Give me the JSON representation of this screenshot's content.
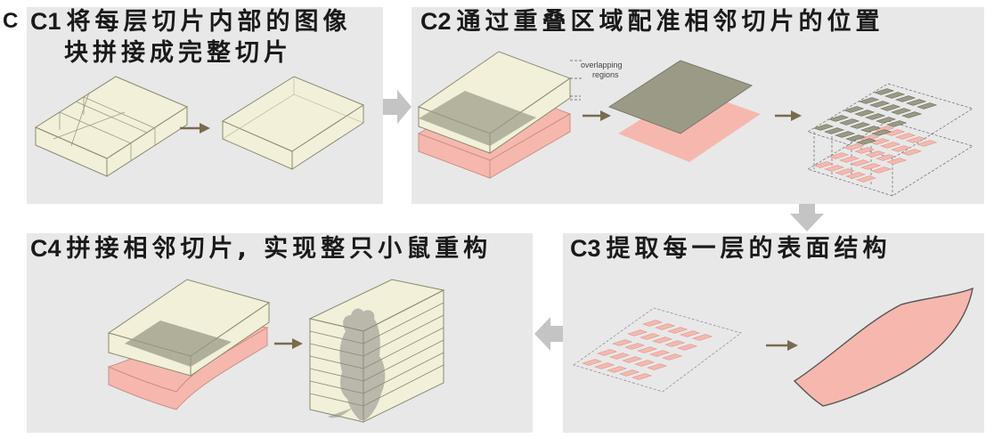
{
  "figure_letter": "C",
  "panels": {
    "c1": {
      "code": "C1",
      "title_line1": "将每层切片内部的图像",
      "title_line2": "块拼接成完整切片"
    },
    "c2": {
      "code": "C2",
      "title": "通过重叠区域配准相邻切片的位置",
      "annotation_line1": "overlapping",
      "annotation_line2": "regions"
    },
    "c3": {
      "code": "C3",
      "title": "提取每一层的表面结构"
    },
    "c4": {
      "code": "C4",
      "title": "拼接相邻切片, 实现整只小鼠重构"
    }
  },
  "colors": {
    "panel_bg": "#e8e8e8",
    "slab_fill": "#f2f0d8",
    "slab_stroke": "#8a8a70",
    "pink_fill": "#f6b8ae",
    "dark_fill": "#9a9a86",
    "arrow": "#7a6a4e",
    "big_arrow": "#c4c4c4"
  }
}
